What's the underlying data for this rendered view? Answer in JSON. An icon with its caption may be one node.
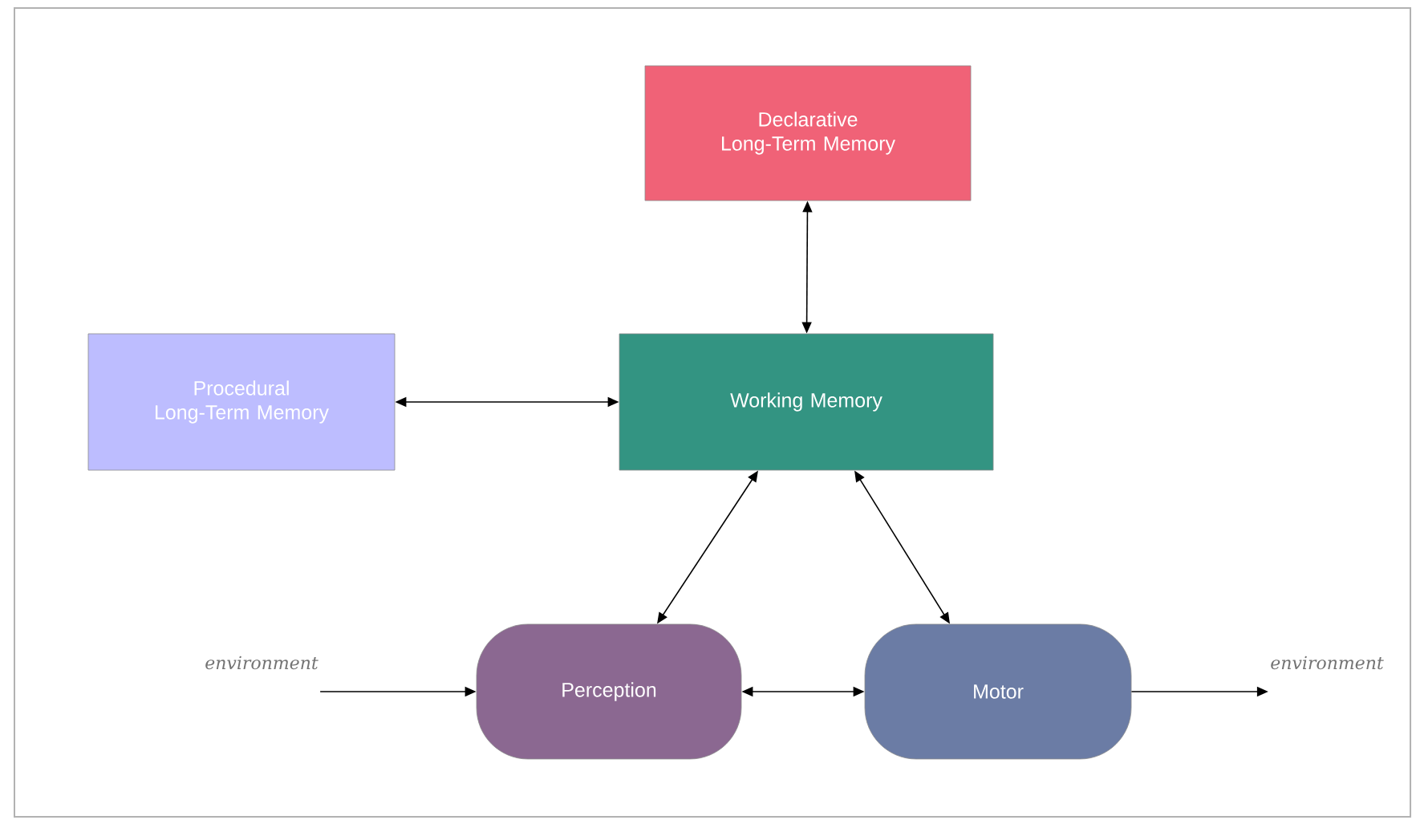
{
  "diagram": {
    "nodes": [
      {
        "text": [
          "Declarative Long-Term Memory"
        ]
      },
      {
        "text": [
          "Procedural Long-Term Memory"
        ]
      },
      {
        "text": [
          "Working Memory"
        ]
      },
      {
        "text": [
          "Perception"
        ]
      },
      {
        "text": [
          "Motor"
        ]
      },
      {
        "text": [
          "environment"
        ]
      },
      {
        "text": [
          "environment"
        ]
      }
    ],
    "edges": [
      {
        "from": 0,
        "to": 2,
        "arrow": "both"
      },
      {
        "from": 1,
        "to": 2,
        "arrow": "both"
      },
      {
        "from": 2,
        "to": 3,
        "arrow": "both"
      },
      {
        "from": 2,
        "to": 4,
        "arrow": "both"
      },
      {
        "from": 3,
        "to": 4,
        "arrow": "both"
      },
      {
        "from": 5,
        "to": 3,
        "arrow": "to"
      },
      {
        "from": 4,
        "to": 6,
        "arrow": "to"
      }
    ]
  }
}
